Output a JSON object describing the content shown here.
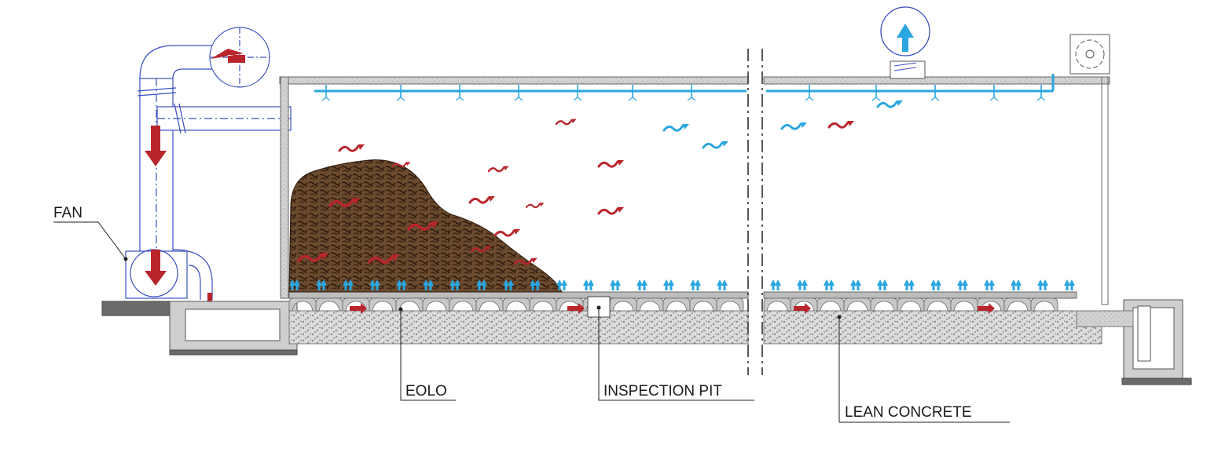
{
  "labels": {
    "fan": "FAN",
    "eolo": "EOLO",
    "inspection_pit": "INSPECTION PIT",
    "lean_concrete": "LEAN CONCRETE"
  },
  "colors": {
    "duct": "#3a4fc0",
    "water": "#2aa6e0",
    "hot_air": "#b8252b",
    "compost": "#5a3a22",
    "concrete": "#cfcfcf"
  },
  "icons": {
    "fan": "fan-icon",
    "exhaust": "exhaust-fan-icon",
    "vent": "vent-fan-icon"
  }
}
